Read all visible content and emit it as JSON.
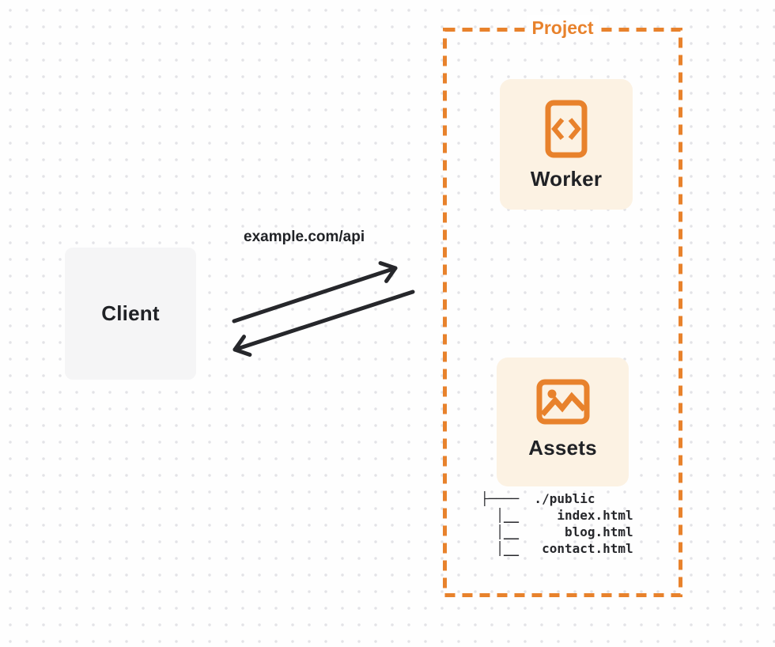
{
  "client": {
    "label": "Client"
  },
  "connection": {
    "label": "example.com/api"
  },
  "project": {
    "label": "Project",
    "worker": {
      "label": "Worker",
      "icon": "code-file-icon"
    },
    "assets": {
      "label": "Assets",
      "icon": "image-icon"
    },
    "file_tree": [
      "├────  ./public",
      "  │__     index.html",
      "  │__      blog.html",
      "  │__   contact.html"
    ]
  },
  "colors": {
    "accent_orange": "#E8822C",
    "card_cream": "#FCF2E3",
    "client_gray": "#F5F5F6",
    "ink": "#26272B",
    "dot_grid": "#E3E3E7"
  }
}
